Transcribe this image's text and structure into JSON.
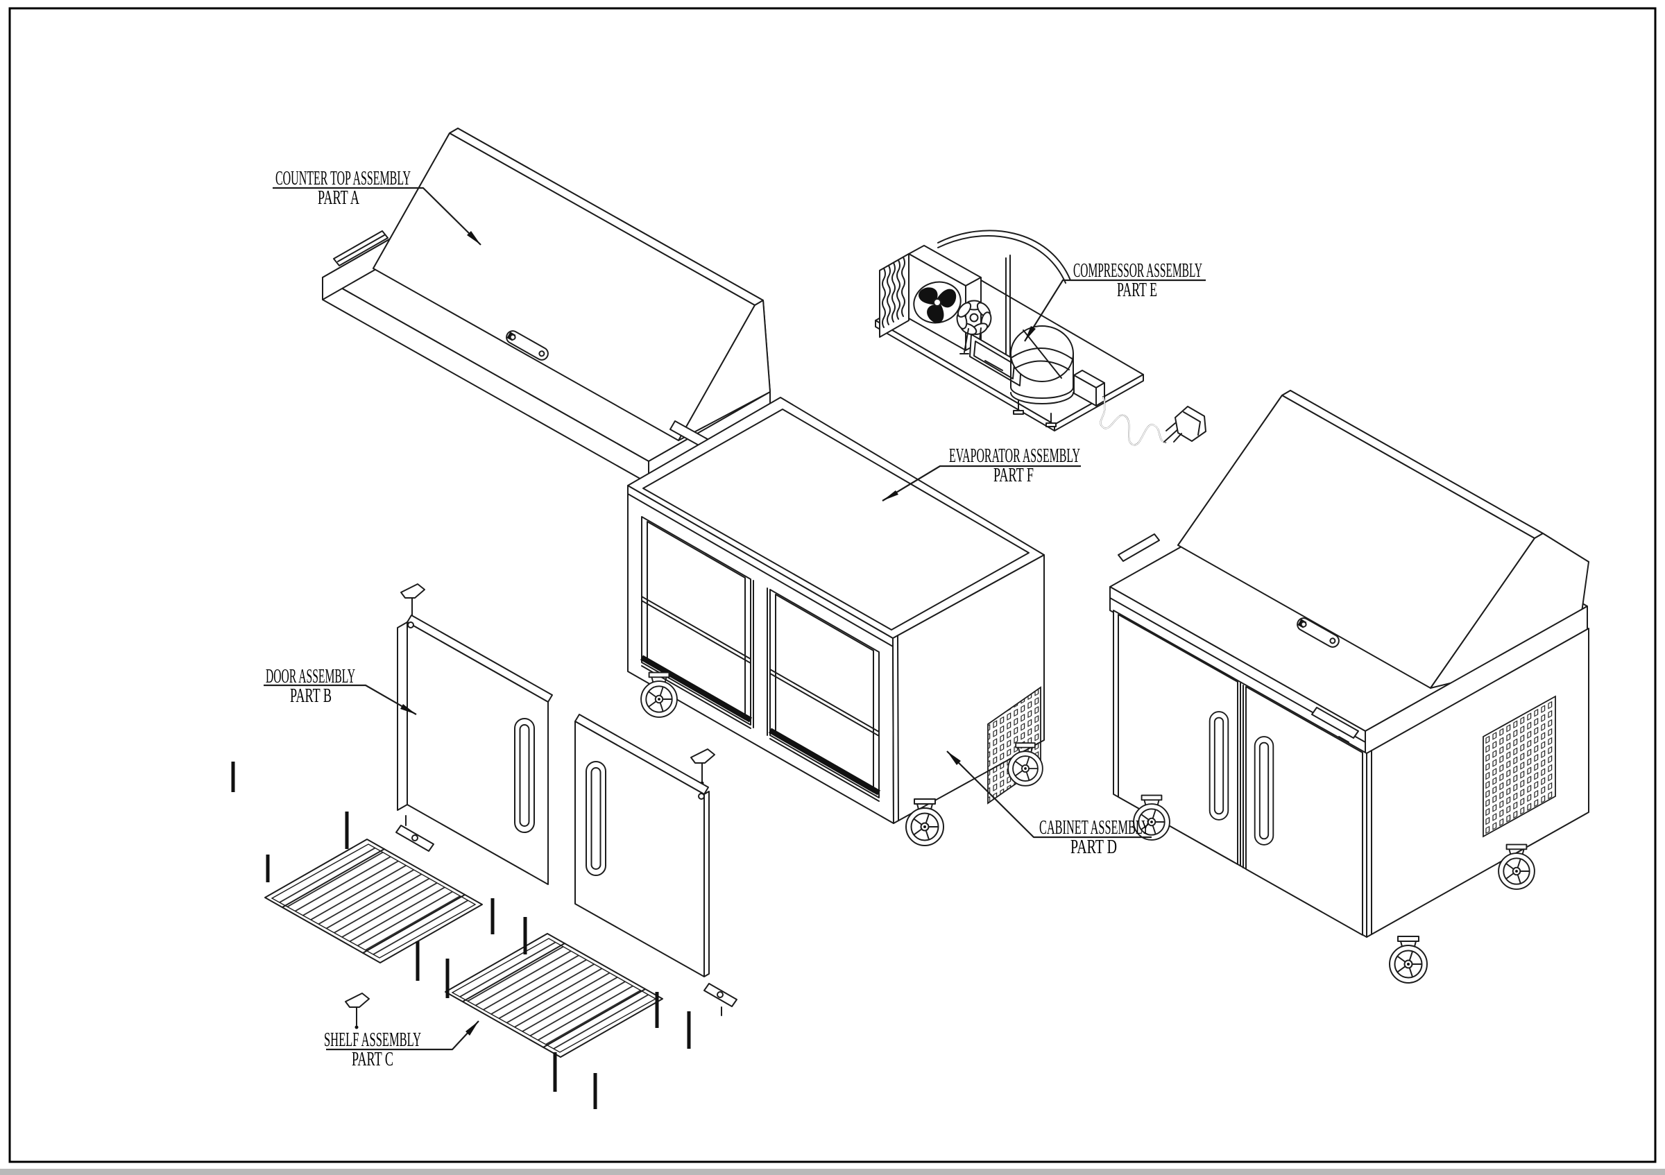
{
  "page": {
    "background": "#ffffff",
    "line_color": "#1c1c1c",
    "border_color": "#000000",
    "bottom_bar_color": "#b9b9b9"
  },
  "diagram": {
    "callouts": [
      {
        "id": "part-a",
        "line1": "COUNTER TOP ASSEMBLY",
        "line2": "PART A"
      },
      {
        "id": "part-b",
        "line1": "DOOR ASSEMBLY",
        "line2": "PART B"
      },
      {
        "id": "part-c",
        "line1": "SHELF ASSEMBLY",
        "line2": "PART C"
      },
      {
        "id": "part-d",
        "line1": "CABINET ASSEMBLY",
        "line2": "PART D"
      },
      {
        "id": "part-e",
        "line1": "COMPRESSOR ASSEMBLY",
        "line2": "PART E"
      },
      {
        "id": "part-f",
        "line1": "EVAPORATOR ASSEMBLY",
        "line2": "PART F"
      }
    ]
  }
}
